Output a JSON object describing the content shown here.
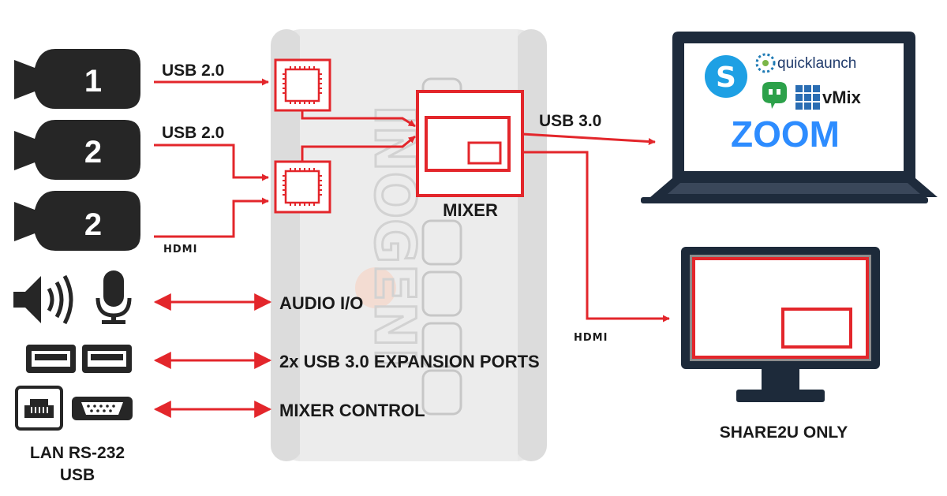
{
  "colors": {
    "accent": "#e3262b",
    "device_dark": "#262626",
    "housing": "#e7e7e7",
    "screen_frame": "#1d2a3a"
  },
  "cameras": [
    {
      "number": "1",
      "connection": "USB 2.0"
    },
    {
      "number": "2",
      "connection": "USB 2.0"
    },
    {
      "number": "2",
      "connection": "HDMI"
    }
  ],
  "center": {
    "brand": "INOGENI",
    "mixer_label": "MIXER"
  },
  "output": {
    "usb_label": "USB 3.0",
    "hdmi_label": "HDMI"
  },
  "laptop": {
    "apps": [
      "quicklaunch",
      "vMix",
      "ZOOM"
    ],
    "icons": [
      "skype-icon",
      "quicklaunch-icon",
      "hangouts-icon",
      "vmix-icon"
    ]
  },
  "monitor": {
    "caption": "SHARE2U ONLY"
  },
  "io_rows": [
    {
      "label": "AUDIO I/O",
      "icons": [
        "speaker-icon",
        "microphone-icon"
      ]
    },
    {
      "label": "2x USB 3.0 EXPANSION PORTS",
      "icons": [
        "usb-port-icon",
        "usb-port-icon"
      ]
    },
    {
      "label": "MIXER CONTROL",
      "icons": [
        "lan-port-icon",
        "rs232-port-icon"
      ]
    }
  ],
  "control_ports_caption": [
    "LAN RS-232",
    "USB"
  ]
}
